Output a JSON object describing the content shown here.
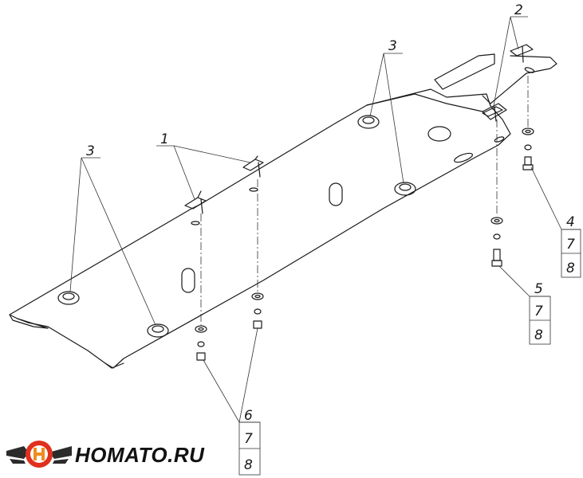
{
  "callouts": {
    "part1": "1",
    "part2": "2",
    "part3_left": "3",
    "part3_right": "3",
    "part4": "4",
    "part5": "5",
    "part6": "6",
    "part7_a": "7",
    "part8_a": "8",
    "part7_b": "7",
    "part8_b": "8",
    "part7_c": "7",
    "part8_c": "8"
  },
  "logo": {
    "text": "HOMATO.RU",
    "icon": "homato-wing-logo-icon",
    "colors": {
      "wing": "#2b2b2b",
      "accent": "#e0301e",
      "letter": "#f08c1e"
    }
  }
}
